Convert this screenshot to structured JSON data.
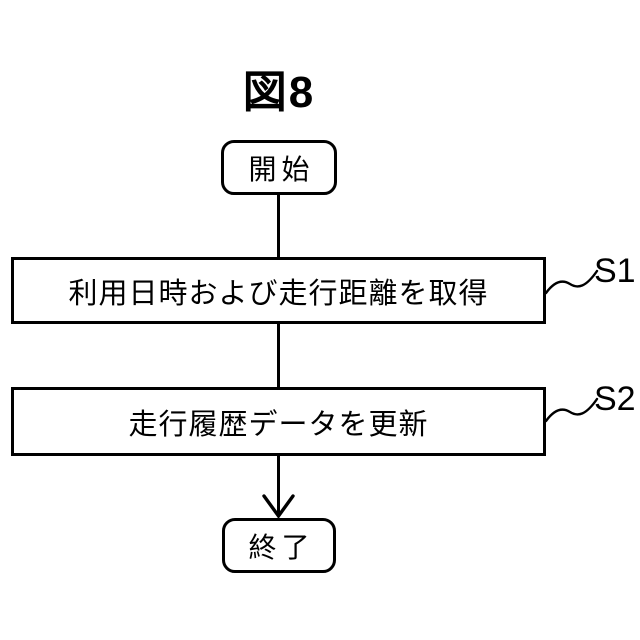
{
  "figure_title": "図8",
  "flowchart": {
    "start": {
      "label": "開始"
    },
    "end": {
      "label": "終了"
    },
    "steps": [
      {
        "id": "S1",
        "label": "利用日時および走行距離を取得"
      },
      {
        "id": "S2",
        "label": "走行履歴データを更新"
      }
    ]
  },
  "colors": {
    "ink": "#000000",
    "background": "#ffffff"
  }
}
